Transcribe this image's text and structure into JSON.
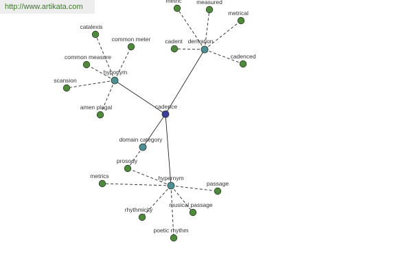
{
  "watermark": {
    "url": "http://www.artikata.com"
  },
  "colors": {
    "center": "#3c3f9a",
    "hub": "#4c8f94",
    "leaf": "#4e8a3a",
    "node_stroke": "#2b3a2b",
    "edge": "#222222",
    "watermark_bg": "#eeeeee",
    "watermark_text": "#3b7a2a"
  },
  "nodes": [
    {
      "id": "cadence",
      "label": "cadence",
      "kind": "center"
    },
    {
      "id": "hyponym",
      "label": "hyponym",
      "kind": "hub"
    },
    {
      "id": "derivation",
      "label": "derivation",
      "kind": "hub"
    },
    {
      "id": "domain_category",
      "label": "domain category",
      "kind": "hub"
    },
    {
      "id": "hypernym",
      "label": "hypernym",
      "kind": "hub"
    },
    {
      "id": "catalexis",
      "label": "catalexis",
      "kind": "leaf"
    },
    {
      "id": "common_meter",
      "label": "common meter",
      "kind": "leaf"
    },
    {
      "id": "common_measure",
      "label": "common measure",
      "kind": "leaf"
    },
    {
      "id": "scansion",
      "label": "scansion",
      "kind": "leaf"
    },
    {
      "id": "amen_plagal",
      "label": "amen plagal",
      "kind": "leaf"
    },
    {
      "id": "metric",
      "label": "metric",
      "kind": "leaf"
    },
    {
      "id": "measured",
      "label": "measured",
      "kind": "leaf"
    },
    {
      "id": "metrical",
      "label": "metrical",
      "kind": "leaf"
    },
    {
      "id": "cadent",
      "label": "cadent",
      "kind": "leaf"
    },
    {
      "id": "cadenced",
      "label": "cadenced",
      "kind": "leaf"
    },
    {
      "id": "prosody",
      "label": "prosody",
      "kind": "leaf"
    },
    {
      "id": "metrics",
      "label": "metrics",
      "kind": "leaf"
    },
    {
      "id": "passage",
      "label": "passage",
      "kind": "leaf"
    },
    {
      "id": "musical_passage",
      "label": "musical passage",
      "kind": "leaf"
    },
    {
      "id": "rhythmicity",
      "label": "rhythmicity",
      "kind": "leaf"
    },
    {
      "id": "poetic_rhythm",
      "label": "poetic rhythm",
      "kind": "leaf"
    }
  ],
  "edges": [
    {
      "from": "cadence",
      "to": "hyponym",
      "style": "solid"
    },
    {
      "from": "cadence",
      "to": "derivation",
      "style": "solid"
    },
    {
      "from": "cadence",
      "to": "domain_category",
      "style": "solid"
    },
    {
      "from": "cadence",
      "to": "hypernym",
      "style": "solid"
    },
    {
      "from": "hyponym",
      "to": "catalexis",
      "style": "dashed"
    },
    {
      "from": "hyponym",
      "to": "common_meter",
      "style": "dashed"
    },
    {
      "from": "hyponym",
      "to": "common_measure",
      "style": "dashed"
    },
    {
      "from": "hyponym",
      "to": "scansion",
      "style": "dashed"
    },
    {
      "from": "hyponym",
      "to": "amen_plagal",
      "style": "dashed"
    },
    {
      "from": "derivation",
      "to": "metric",
      "style": "dashed"
    },
    {
      "from": "derivation",
      "to": "measured",
      "style": "dashed"
    },
    {
      "from": "derivation",
      "to": "metrical",
      "style": "dashed"
    },
    {
      "from": "derivation",
      "to": "cadent",
      "style": "dashed"
    },
    {
      "from": "derivation",
      "to": "cadenced",
      "style": "dashed"
    },
    {
      "from": "domain_category",
      "to": "prosody",
      "style": "dashed"
    },
    {
      "from": "hypernym",
      "to": "prosody",
      "style": "dashed"
    },
    {
      "from": "hypernym",
      "to": "metrics",
      "style": "dashed"
    },
    {
      "from": "hypernym",
      "to": "passage",
      "style": "dashed"
    },
    {
      "from": "hypernym",
      "to": "musical_passage",
      "style": "dashed"
    },
    {
      "from": "hypernym",
      "to": "rhythmicity",
      "style": "dashed"
    },
    {
      "from": "hypernym",
      "to": "poetic_rhythm",
      "style": "dashed"
    }
  ]
}
